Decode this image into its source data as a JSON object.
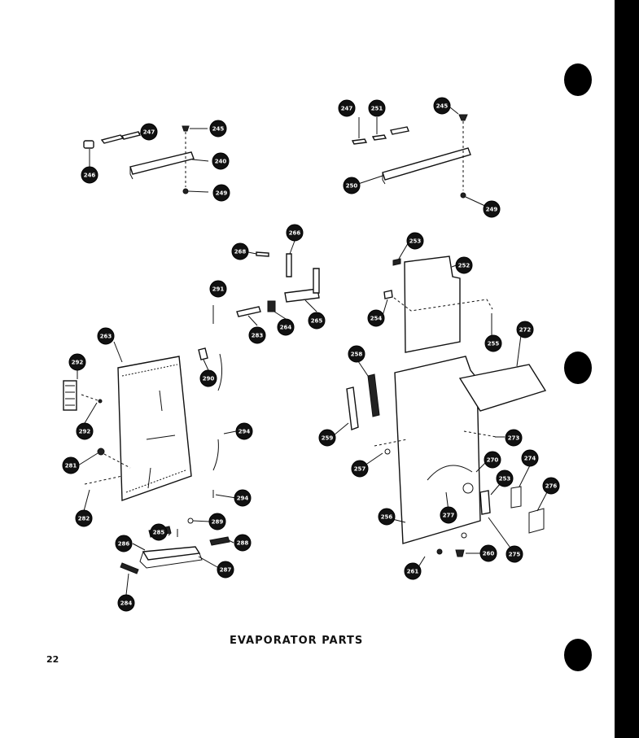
{
  "caption": "EVAPORATOR PARTS",
  "page_number": "22",
  "callouts": [
    {
      "id": "c240a",
      "label": "240"
    },
    {
      "id": "c247a",
      "label": "247"
    },
    {
      "id": "c245a",
      "label": "245"
    },
    {
      "id": "c246",
      "label": "246"
    },
    {
      "id": "c249a",
      "label": "249"
    },
    {
      "id": "c247b",
      "label": "247"
    },
    {
      "id": "c251",
      "label": "251"
    },
    {
      "id": "c245b",
      "label": "245"
    },
    {
      "id": "c250",
      "label": "250"
    },
    {
      "id": "c249b",
      "label": "249"
    },
    {
      "id": "c266",
      "label": "266"
    },
    {
      "id": "c268",
      "label": "268"
    },
    {
      "id": "c291",
      "label": "291"
    },
    {
      "id": "c263",
      "label": "263"
    },
    {
      "id": "c264a",
      "label": "264"
    },
    {
      "id": "c265",
      "label": "265"
    },
    {
      "id": "c253",
      "label": "253"
    },
    {
      "id": "c252",
      "label": "252"
    },
    {
      "id": "c254",
      "label": "254"
    },
    {
      "id": "c255",
      "label": "255"
    },
    {
      "id": "c272",
      "label": "272"
    },
    {
      "id": "c283",
      "label": "283"
    },
    {
      "id": "c292a",
      "label": "292"
    },
    {
      "id": "c292b",
      "label": "292"
    },
    {
      "id": "c290",
      "label": "290"
    },
    {
      "id": "c258",
      "label": "258"
    },
    {
      "id": "c259",
      "label": "259"
    },
    {
      "id": "c294a",
      "label": "294"
    },
    {
      "id": "c281",
      "label": "281"
    },
    {
      "id": "c282",
      "label": "282"
    },
    {
      "id": "c294b",
      "label": "294"
    },
    {
      "id": "c273",
      "label": "273"
    },
    {
      "id": "c257",
      "label": "257"
    },
    {
      "id": "c270",
      "label": "270"
    },
    {
      "id": "c274",
      "label": "274"
    },
    {
      "id": "c253b",
      "label": "253"
    },
    {
      "id": "c276",
      "label": "276"
    },
    {
      "id": "c277",
      "label": "277"
    },
    {
      "id": "c256",
      "label": "256"
    },
    {
      "id": "c275",
      "label": "275"
    },
    {
      "id": "c285",
      "label": "285"
    },
    {
      "id": "c289",
      "label": "289"
    },
    {
      "id": "c286",
      "label": "286"
    },
    {
      "id": "c288",
      "label": "288"
    },
    {
      "id": "c287",
      "label": "287"
    },
    {
      "id": "c284",
      "label": "284"
    },
    {
      "id": "c260",
      "label": "260"
    },
    {
      "id": "c261",
      "label": "261"
    }
  ]
}
